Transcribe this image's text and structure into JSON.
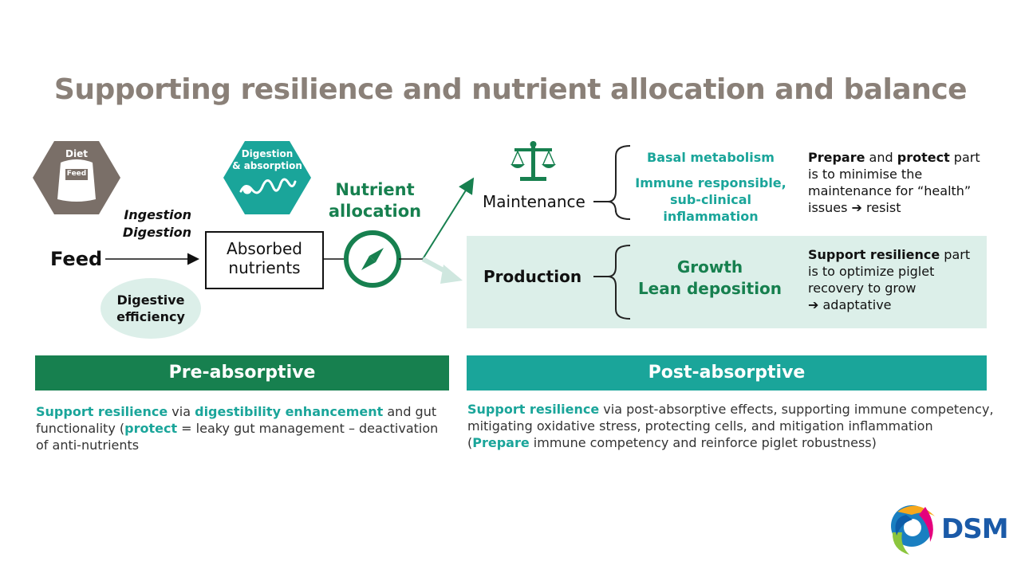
{
  "title": "Supporting resilience and nutrient allocation and balance",
  "diet_hex": {
    "label": "Diet",
    "bag_label": "Feed",
    "icon": "feed-bag-icon"
  },
  "digestion_hex": {
    "label_line1": "Digestion",
    "label_line2": "& absorption",
    "icon": "intestine-icon"
  },
  "ingestion_label": {
    "line1": "Ingestion",
    "line2": "Digestion"
  },
  "feed_label": "Feed",
  "absorbed_box": {
    "line1": "Absorbed",
    "line2": "nutrients"
  },
  "digestive_efficiency": {
    "line1": "Digestive",
    "line2": "efficiency"
  },
  "nutrient_allocation": {
    "line1": "Nutrient",
    "line2": "allocation",
    "icon": "compass-icon"
  },
  "maintenance": {
    "icon": "balance-scale-icon",
    "label": "Maintenance",
    "items": [
      "Basal metabolism",
      "Immune responsible,",
      "sub-clinical inflammation"
    ],
    "note": {
      "bold1": "Prepare",
      "text1": " and ",
      "bold2": "protect",
      "text2": " part",
      "line2": "is to minimise the",
      "line3": "maintenance for “health”",
      "line4": "issues ➔ resist"
    }
  },
  "production": {
    "label": "Production",
    "items": [
      "Growth",
      "Lean deposition"
    ],
    "note": {
      "bold": "Support resilience",
      "text1": " part",
      "line2": "is to optimize piglet",
      "line3": "recovery to grow",
      "line4": "➔ adaptative"
    }
  },
  "pre_bar": "Pre-absorptive",
  "post_bar": "Post-absorptive",
  "pre_text": {
    "hl1": "Support resilience",
    "t1": " via ",
    "hl2": "digestibility enhancement",
    "t2": " and gut",
    "line2a": "functionality (",
    "hl3": "protect",
    "line2b": " = leaky gut management – deactivation",
    "line3": "of anti-nutrients"
  },
  "post_text": {
    "hl1": "Support resilience",
    "t1": " via post-absorptive effects, supporting immune competency,",
    "line2": "mitigating oxidative stress, protecting cells, and mitigation inflammation",
    "line3a": "(",
    "hl2": "Prepare",
    "line3b": " immune competency and reinforce piglet robustness)"
  },
  "logo": {
    "text": "DSM",
    "icon": "dsm-logo-icon"
  },
  "colors": {
    "dark_green": "#17804f",
    "teal": "#1aa59a",
    "light_teal": "#dcefe9",
    "title_grey": "#8a8078",
    "hex_grey": "#7a6f68"
  }
}
